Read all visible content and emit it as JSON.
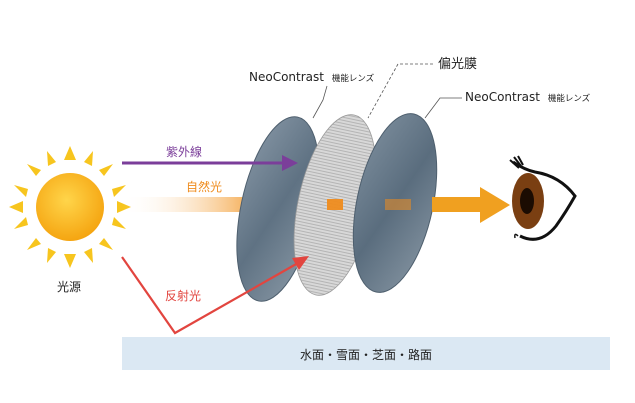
{
  "labels": {
    "lens_left": "NeoContrast",
    "lens_left_suffix": "機能レンズ",
    "polarizer": "偏光膜",
    "lens_right": "NeoContrast",
    "lens_right_suffix": "機能レンズ",
    "uv": "紫外線",
    "natural_light": "自然光",
    "reflected_light": "反射光",
    "sun": "光源",
    "ground": "水面・雪面・芝面・路面"
  },
  "colors": {
    "uv": "#7b3e9a",
    "natural_light": "#ef8c1e",
    "reflected_light": "#e2453f",
    "lens": "#6e8090",
    "sun": "#f5b31b",
    "ground": "#dbe8f3"
  }
}
